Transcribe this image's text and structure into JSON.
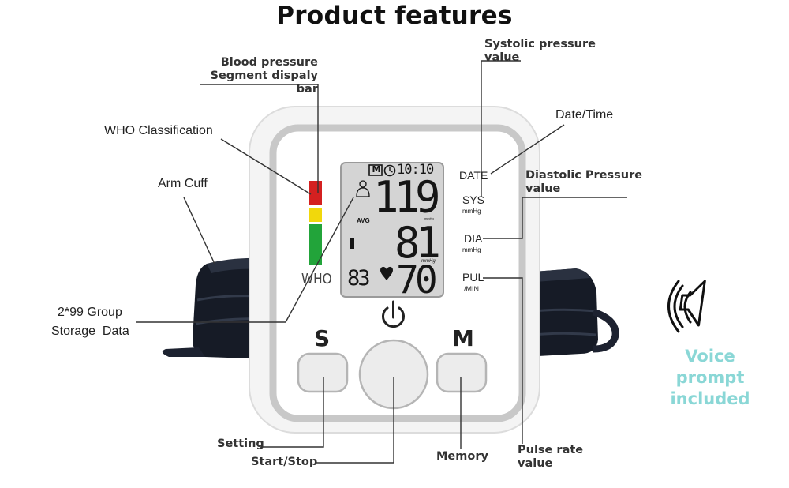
{
  "title": "Product features",
  "labels": {
    "bp_bar_line1": "Blood pressure",
    "bp_bar_line2": "Segment dispaly bar",
    "who_classification": "WHO Classification",
    "arm_cuff": "Arm Cuff",
    "storage_line1": "2*99 Group",
    "storage_line2": "Storage  Data",
    "setting": "Setting",
    "start_stop": "Start/Stop",
    "memory": "Memory",
    "systolic_line1": "Systolic pressure",
    "systolic_line2": "value",
    "date_time": "Date/Time",
    "diastolic_line1": "Diastolic Pressure",
    "diastolic_line2": "value",
    "pulse_line1": "Pulse rate",
    "pulse_line2": "value"
  },
  "device": {
    "memory_icon": "M",
    "time": "10:10",
    "systolic": "119",
    "diastolic": "81",
    "pulse": "70",
    "avg": "AVG",
    "memory_count": "83",
    "unit_small": "mmHg",
    "side_date": "DATE",
    "side_sys": "SYS",
    "side_sys_unit": "mmHg",
    "side_dia": "DIA",
    "side_dia_unit": "mmHg",
    "side_pul": "PUL",
    "side_pul_unit": "/MIN",
    "who": "WHO",
    "button_s": "S",
    "button_m": "M",
    "colors": {
      "who_red": "#d42020",
      "who_yellow": "#f1d80c",
      "who_green": "#22a43a",
      "lcd": "#d4d4d4"
    },
    "icons": [
      "power-icon",
      "person-icon",
      "heart-icon",
      "clock-icon"
    ]
  },
  "voice": {
    "line1": "Voice",
    "line2": "prompt",
    "line3": "included",
    "color": "#8ad7d6",
    "icon": "speaker-icon"
  }
}
